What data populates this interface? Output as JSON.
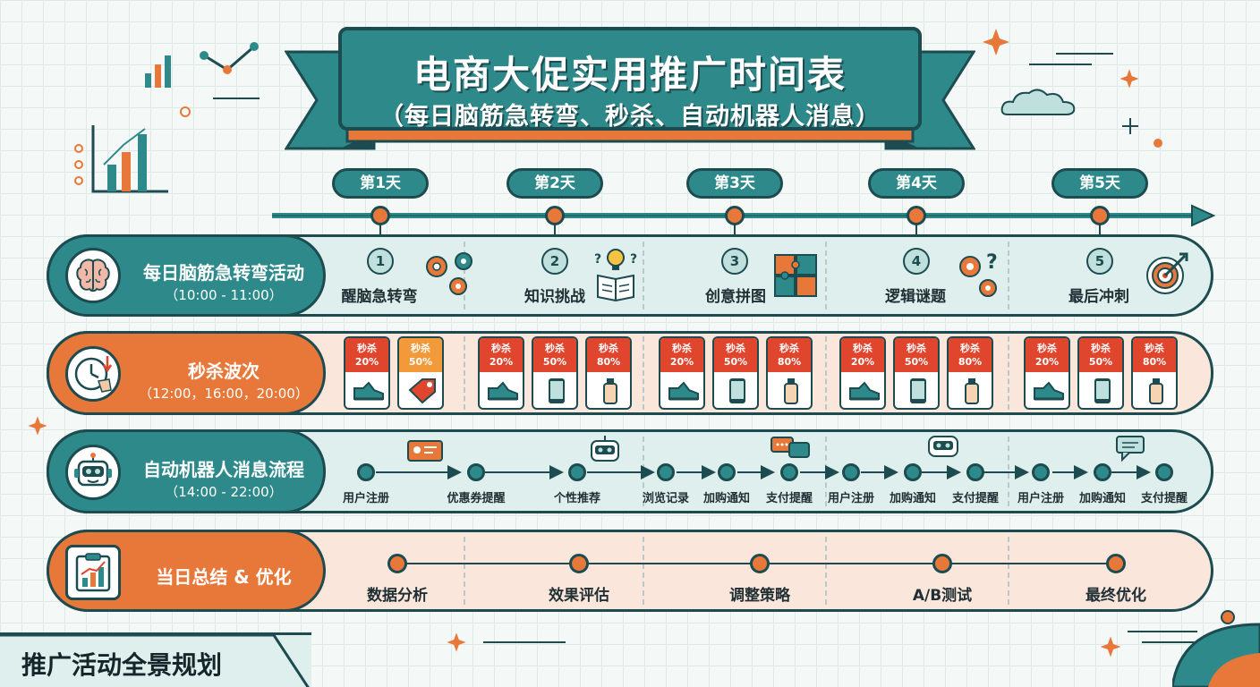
{
  "banner": {
    "title": "电商大促实用推广时间表",
    "subtitle": "（每日脑筋急转弯、秒杀、自动机器人消息）"
  },
  "timeline": {
    "days": [
      "第1天",
      "第2天",
      "第3天",
      "第4天",
      "第5天"
    ]
  },
  "rows": {
    "puzzle": {
      "title": "每日脑筋急转弯活动",
      "time": "（10:00 - 11:00）",
      "items": [
        {
          "num": "1",
          "name": "醒脑急转弯",
          "icon": "gears-icon"
        },
        {
          "num": "2",
          "name": "知识挑战",
          "icon": "book-bulb-icon"
        },
        {
          "num": "3",
          "name": "创意拼图",
          "icon": "puzzle-icon"
        },
        {
          "num": "4",
          "name": "逻辑谜题",
          "icon": "gears-question-icon"
        },
        {
          "num": "5",
          "name": "最后冲刺",
          "icon": "target-icon"
        }
      ]
    },
    "flash": {
      "title": "秒杀波次",
      "time": "（12:00，16:00，20:00）",
      "label": "秒杀",
      "days": [
        [
          {
            "pct": "20%",
            "color": "red",
            "icon": "shoe-icon"
          },
          {
            "pct": "50%",
            "color": "orange",
            "icon": "tag-icon"
          }
        ],
        [
          {
            "pct": "20%",
            "color": "red",
            "icon": "shoe-icon"
          },
          {
            "pct": "50%",
            "color": "red",
            "icon": "phone-icon"
          },
          {
            "pct": "80%",
            "color": "red",
            "icon": "bottle-icon"
          }
        ],
        [
          {
            "pct": "20%",
            "color": "red",
            "icon": "shoe-icon"
          },
          {
            "pct": "50%",
            "color": "red",
            "icon": "phone-icon"
          },
          {
            "pct": "80%",
            "color": "red",
            "icon": "bottle-icon"
          }
        ],
        [
          {
            "pct": "20%",
            "color": "red",
            "icon": "shoe-icon"
          },
          {
            "pct": "50%",
            "color": "red",
            "icon": "phone-icon"
          },
          {
            "pct": "80%",
            "color": "red",
            "icon": "bottle-icon"
          }
        ],
        [
          {
            "pct": "20%",
            "color": "red",
            "icon": "shoe-icon"
          },
          {
            "pct": "50%",
            "color": "red",
            "icon": "phone-icon"
          },
          {
            "pct": "80%",
            "color": "red",
            "icon": "bottle-icon"
          }
        ]
      ]
    },
    "bot": {
      "title": "自动机器人消息流程",
      "time": "（14:00 - 22:00）",
      "steps": [
        "用户注册",
        "优惠券提醒",
        "个性推荐",
        "浏览记录",
        "加购通知",
        "支付提醒",
        "用户注册",
        "加购通知",
        "支付提醒",
        "用户注册",
        "加购通知",
        "支付提醒"
      ]
    },
    "summary": {
      "title": "当日总结 & 优化",
      "steps": [
        "数据分析",
        "效果评估",
        "调整策略",
        "A/B测试",
        "最终优化"
      ]
    }
  },
  "footer": {
    "label": "推广活动全景规划"
  },
  "colors": {
    "teal": "#2e8a8a",
    "orange": "#e8783a",
    "navy": "#1c4b50",
    "red": "#e0452e"
  }
}
